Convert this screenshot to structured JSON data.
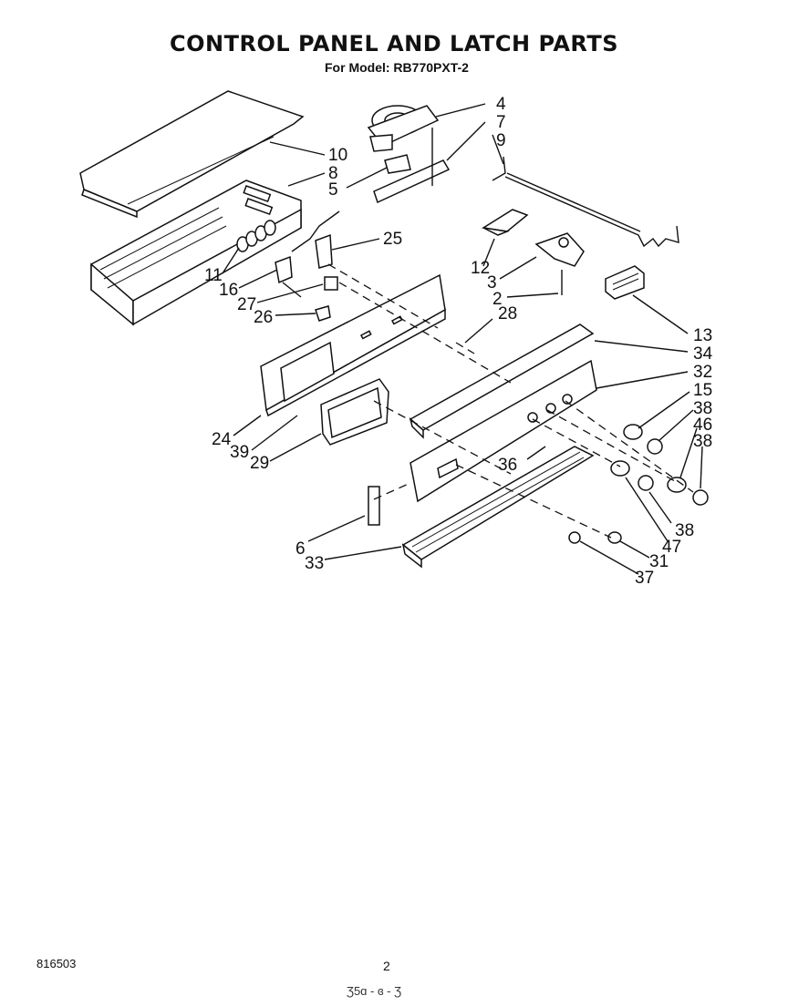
{
  "header": {
    "title": "CONTROL PANEL AND LATCH PARTS",
    "subtitle": "For Model: RB770PXT-2"
  },
  "footer": {
    "doc_number": "816503",
    "page_number": "2",
    "scribble": "Ʒ5ɑ - ɞ - Ʒ"
  },
  "callouts": [
    "4",
    "7",
    "9",
    "10",
    "8",
    "5",
    "25",
    "11",
    "16",
    "27",
    "26",
    "12",
    "3",
    "2",
    "28",
    "13",
    "34",
    "32",
    "15",
    "38",
    "46",
    "38",
    "24",
    "39",
    "29",
    "36",
    "6",
    "33",
    "38",
    "47",
    "31",
    "37"
  ]
}
